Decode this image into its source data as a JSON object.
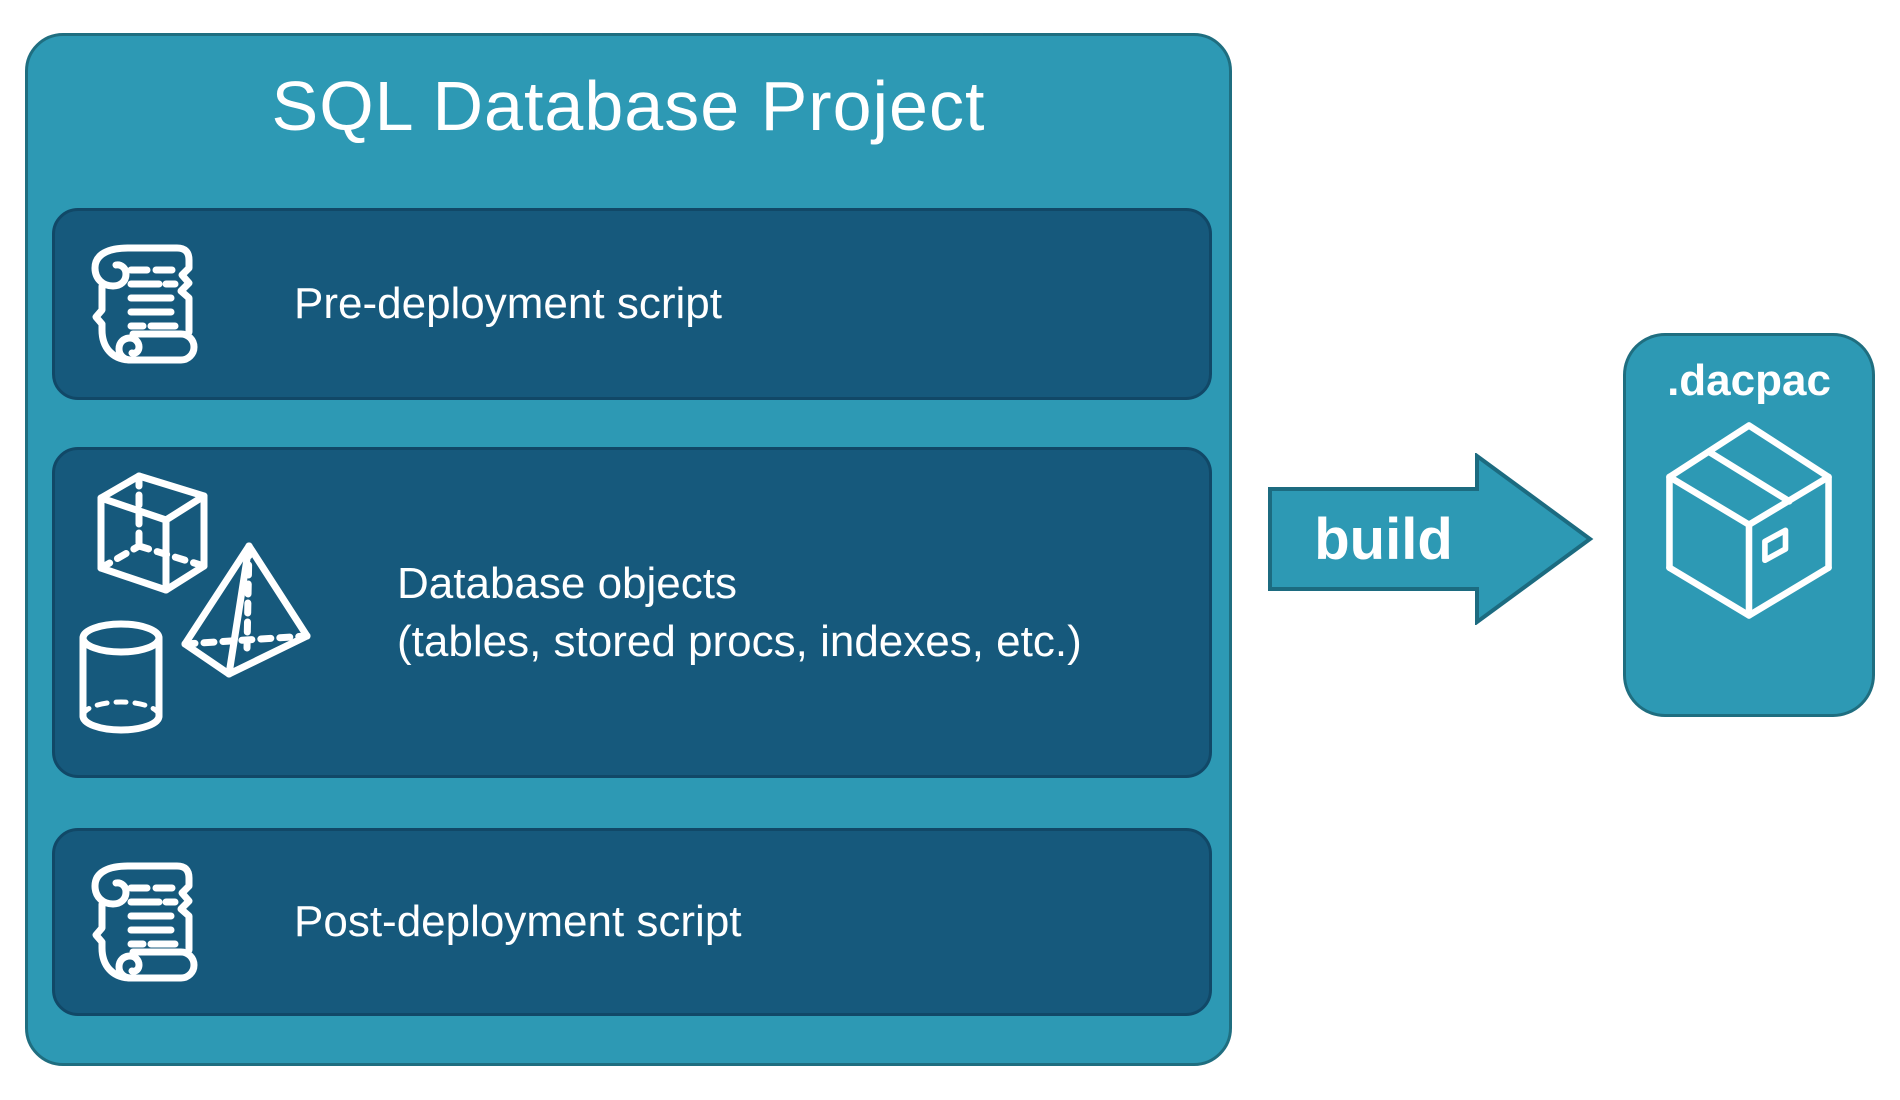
{
  "diagram": {
    "project": {
      "title": "SQL Database Project",
      "items": [
        {
          "id": "pre-deployment",
          "icon": "scroll-icon",
          "label": "Pre-deployment script"
        },
        {
          "id": "database-objects",
          "icon": "database-shapes-icon",
          "label_line1": "Database objects",
          "label_line2": "(tables, stored procs, indexes, etc.)"
        },
        {
          "id": "post-deployment",
          "icon": "scroll-icon",
          "label": "Post-deployment script"
        }
      ]
    },
    "arrow": {
      "label": "build",
      "direction": "right"
    },
    "output": {
      "label": ".dacpac",
      "icon": "package-icon"
    },
    "colors": {
      "canvas": "#ffffff",
      "container_fill": "#2D99B4",
      "container_border": "#1F6E80",
      "item_fill": "#16597C",
      "item_border": "#114867",
      "arrow_fill": "#2D99B4",
      "arrow_border": "#1C6B80",
      "text": "#FFFFFF"
    }
  }
}
